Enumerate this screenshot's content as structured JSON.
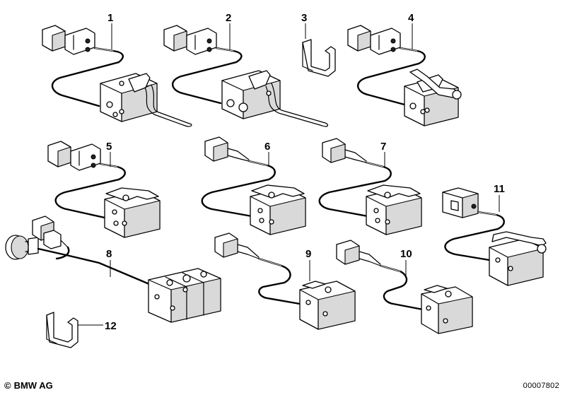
{
  "parts": [
    {
      "number": "1"
    },
    {
      "number": "2"
    },
    {
      "number": "3"
    },
    {
      "number": "4"
    },
    {
      "number": "5"
    },
    {
      "number": "6"
    },
    {
      "number": "7"
    },
    {
      "number": "8"
    },
    {
      "number": "9"
    },
    {
      "number": "10"
    },
    {
      "number": "11"
    },
    {
      "number": "12"
    }
  ],
  "footer": {
    "copyright_symbol": "©",
    "brand": "BMW AG",
    "diagram_code": "00007802"
  }
}
